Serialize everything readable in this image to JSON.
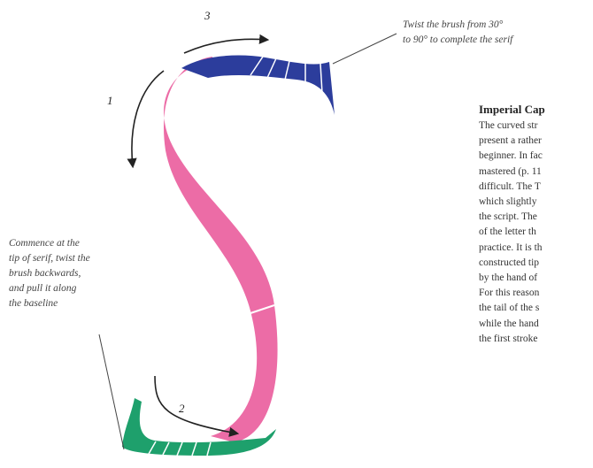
{
  "captions": {
    "twist": "Twist the brush from 30°\nto 90° to complete the serif",
    "commence": "Commence at the\ntip of serif, twist the\nbrush backwards,\nand pull it along\nthe baseline"
  },
  "steps": {
    "one": "1",
    "two": "2",
    "three": "3"
  },
  "article": {
    "heading": "Imperial Cap",
    "lines": [
      "The curved str",
      "present a rather",
      "beginner. In fac",
      "mastered (p. 11",
      "difficult. The T",
      "which slightly",
      "the script. The",
      "of the letter th",
      "practice. It is th",
      "constructed tip",
      "by the hand of",
      "For this reason",
      "the tail of the s",
      "while the hand",
      "the first stroke"
    ]
  },
  "colors": {
    "spine": "#ec6ca6",
    "top_serif": "#2c3d9c",
    "bottom_serif": "#1ea06c",
    "arrow": "#222222"
  },
  "icons": [
    "arrow-1-icon",
    "arrow-2-icon",
    "arrow-3-icon"
  ]
}
